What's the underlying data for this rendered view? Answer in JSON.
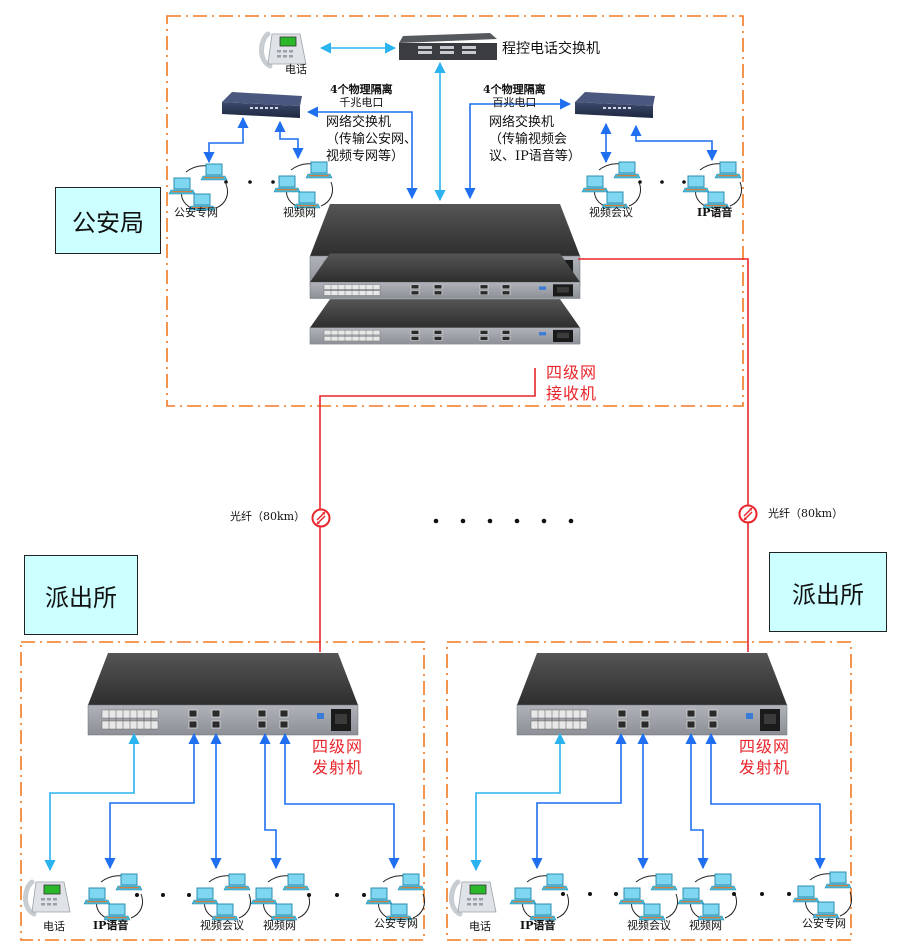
{
  "colors": {
    "zone_border": "#f07a22",
    "fiber": "#e8262c",
    "phone_link": "#2bb3f0",
    "data_link": "#1f6ff0",
    "site_box_fill": "#ccffff",
    "device_dark": "#3a3a3a",
    "device_panel": "#9a9ea4",
    "laptop_screen": "#7fd6f0"
  },
  "hq": {
    "site_label": "公安局",
    "phone_label": "电话",
    "pbx_label": "程控电话交换机",
    "left_port_note": [
      "4个物理隔离",
      "千兆电口"
    ],
    "right_port_note": [
      "4个物理隔离",
      "百兆电口"
    ],
    "left_switch_desc": [
      "网络交换机",
      "（传输公安网、",
      "视频专网等）"
    ],
    "right_switch_desc": [
      "网络交换机",
      "（传输视频会",
      "议、IP语音等）"
    ],
    "left_groups": [
      "公安专网",
      "视频网"
    ],
    "right_groups": [
      "视频会议",
      "IP语音"
    ],
    "receiver_label": [
      "四级网",
      "接收机"
    ],
    "receiver_units": 3
  },
  "links": {
    "fiber_label_left": "光纤（80km）",
    "fiber_label_right": "光纤（80km）",
    "ellipsis_dots": 6
  },
  "stations": [
    {
      "site_label": "派出所",
      "transmitter_label": [
        "四级网",
        "发射机"
      ],
      "phone_label": "电话",
      "groups": [
        "IP语音",
        "视频会议",
        "视频网",
        "公安专网"
      ]
    },
    {
      "site_label": "派出所",
      "transmitter_label": [
        "四级网",
        "发射机"
      ],
      "phone_label": "电话",
      "groups": [
        "IP语音",
        "视频会议",
        "视频网",
        "公安专网"
      ]
    }
  ]
}
